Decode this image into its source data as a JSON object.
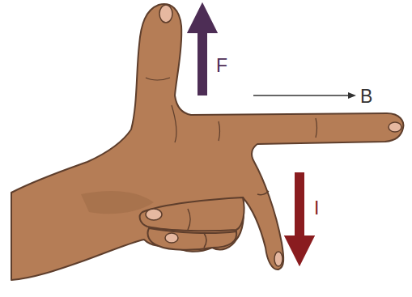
{
  "diagram": {
    "labels": [
      "F",
      "B",
      "I"
    ]
  }
}
